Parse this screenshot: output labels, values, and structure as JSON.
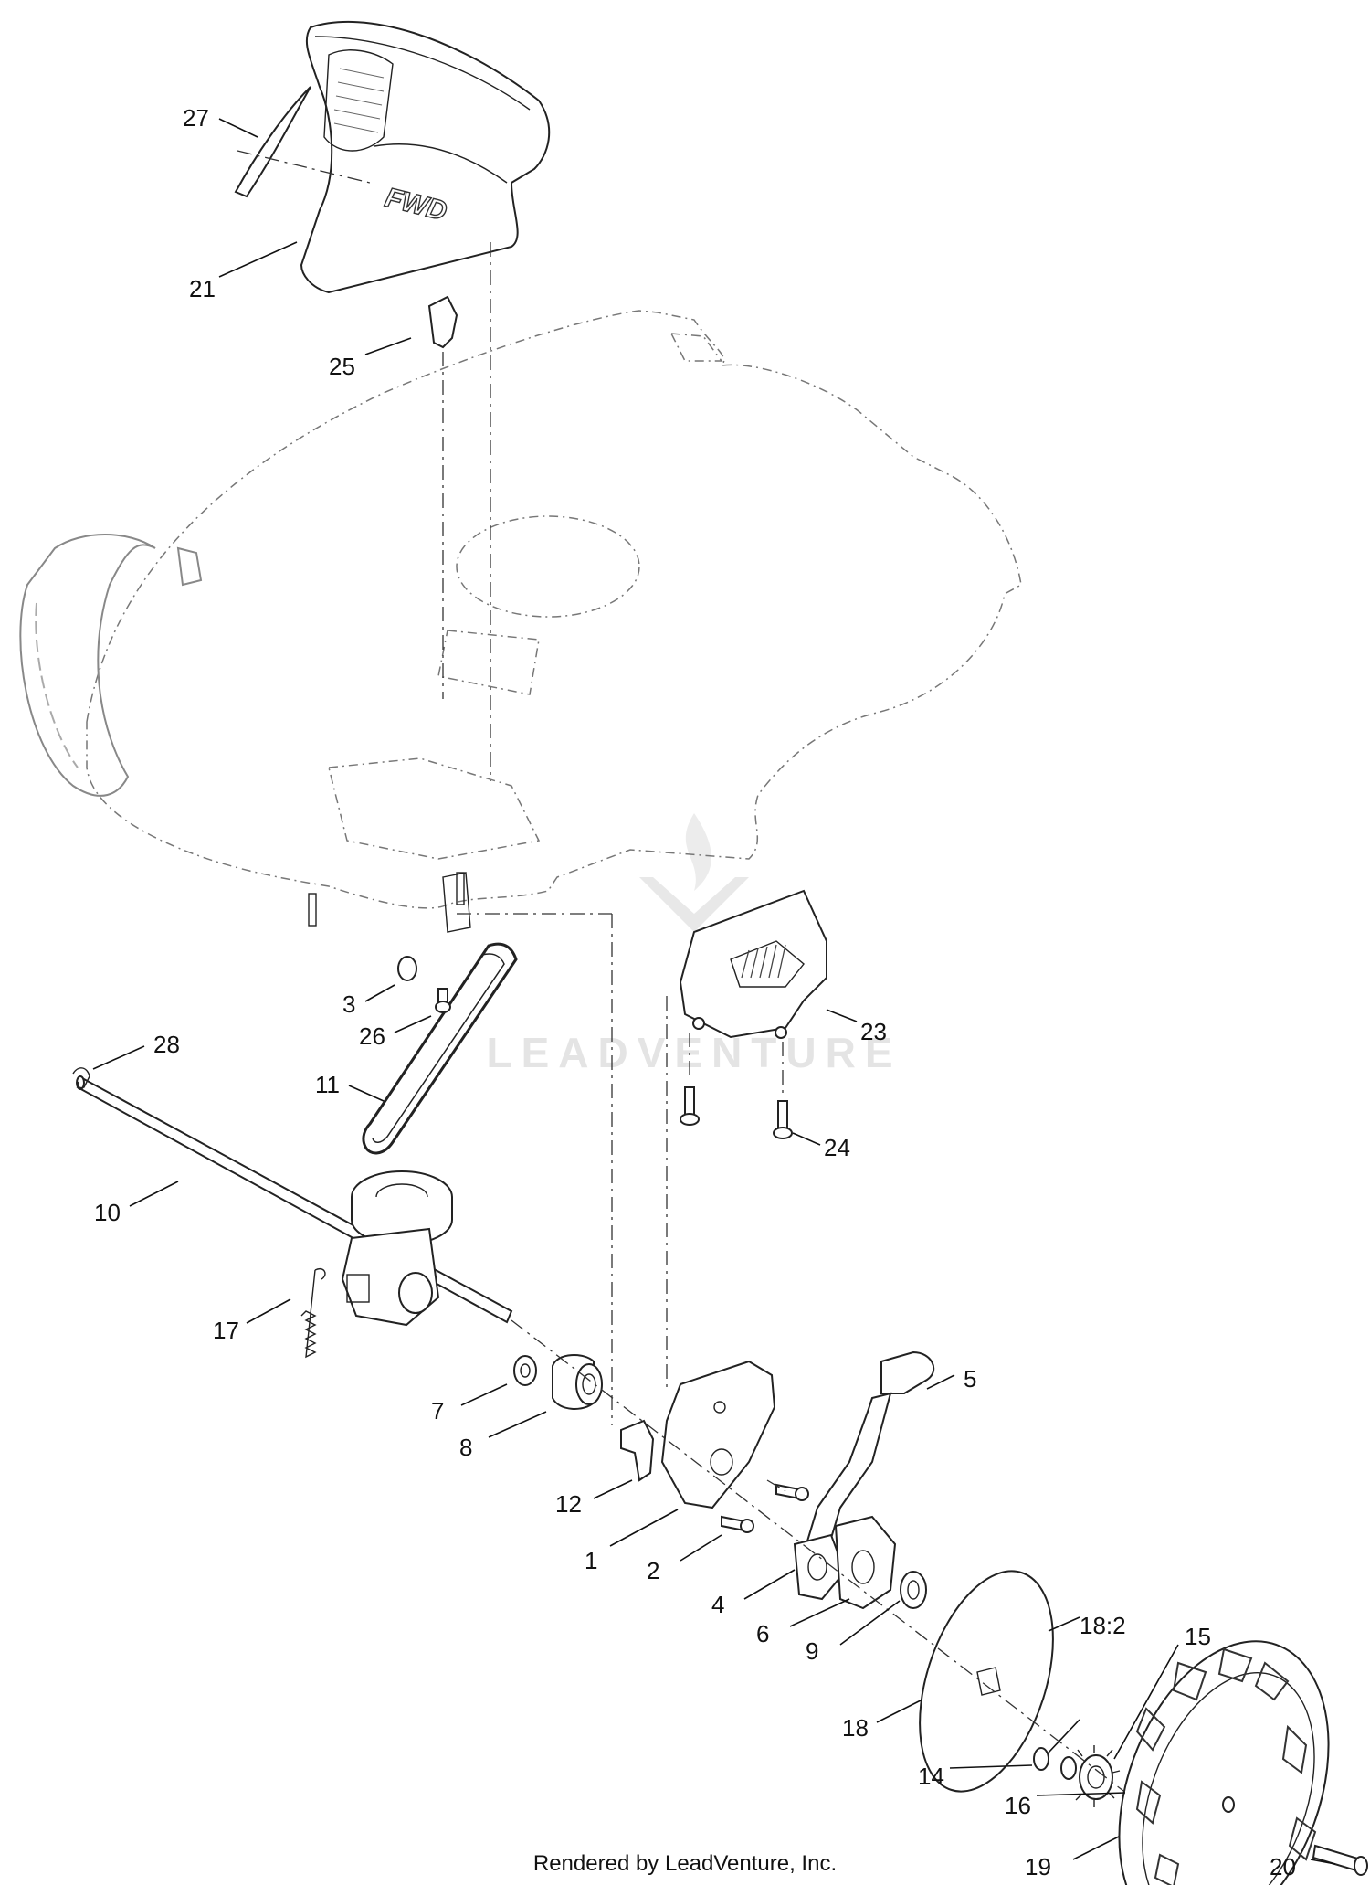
{
  "diagram": {
    "callouts": [
      "27",
      "21",
      "25",
      "3",
      "26",
      "28",
      "11",
      "23",
      "24",
      "10",
      "17",
      "7",
      "8",
      "5",
      "12",
      "1",
      "2",
      "4",
      "6",
      "9",
      "18:2",
      "15",
      "18",
      "14",
      "16",
      "19",
      "20"
    ]
  },
  "embossed_text": "FWD",
  "watermark": "LEADVENTURE",
  "footer": "Rendered by LeadVenture, Inc."
}
